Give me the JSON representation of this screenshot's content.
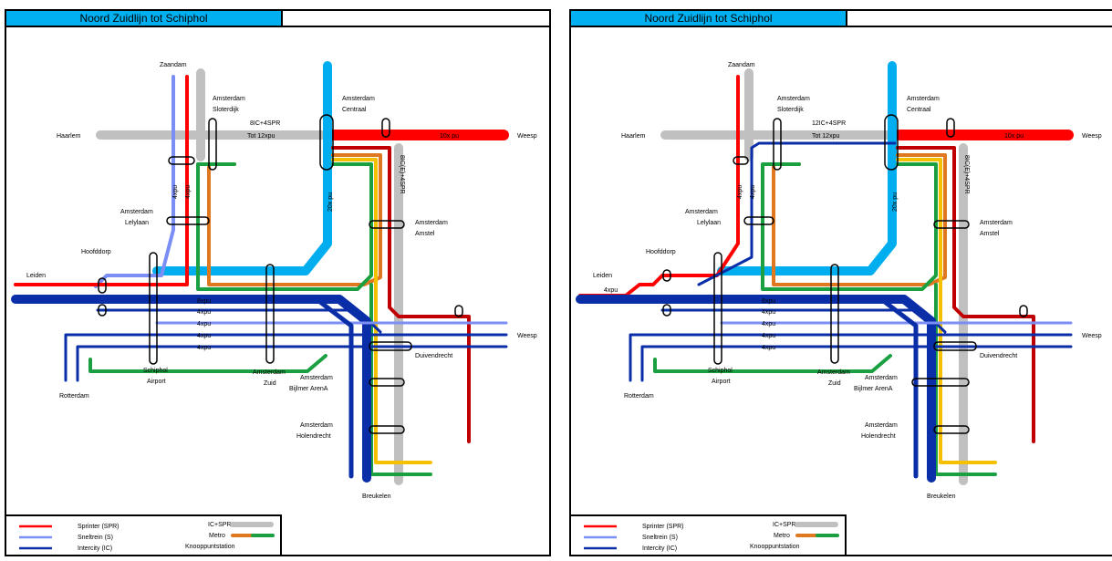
{
  "title": "Noord Zuidlijn tot Schiphol",
  "colors": {
    "sprinter": "#ff0000",
    "sneltrein": "#7b8ef5",
    "intercity": "#0a2ea8",
    "ic_spr": "#c0c0c0",
    "metro_orange": "#e07820",
    "metro_green": "#1aa040",
    "metro_yellow": "#f5c000",
    "metro_red": "#c00000",
    "metro_blue": "#00aeef"
  },
  "stations": {
    "zaandam": "Zaandam",
    "sloterdijk": "Amsterdam\nSloterdijk",
    "centraal": "Amsterdam\nCentraal",
    "haarlem": "Haarlem",
    "weesp": "Weesp",
    "lelylaan": "Amsterdam\nLelylaan",
    "amstel": "Amsterdam\nAmstel",
    "hoofddorp": "Hoofddorp",
    "leiden": "Leiden",
    "duivendrecht": "Duivendrecht",
    "schiphol": "Schiphol\nAirport",
    "zuid": "Amsterdam\nZuid",
    "bijlmer": "Amsterdam\nBijlmer ArenA",
    "rotterdam": "Rotterdam",
    "holendrecht": "Amsterdam\nHolendrecht",
    "breukelen": "Breukelen"
  },
  "panels": [
    {
      "label_sloterdijk_freq": "8IC+4SPR",
      "label_tot": "Tot 12xpu",
      "label_east": "10x pu",
      "label_amstel_vert": "8IC(E)+4SPR",
      "label_metro_vert": "20x pu",
      "label_4xpu_a": "4xpu",
      "label_4xpu_b": "4xpu",
      "label_leiden_freq": "",
      "rows": [
        "8xpu",
        "4xpu",
        "4xpu",
        "4xpu",
        "4xpu"
      ]
    },
    {
      "label_sloterdijk_freq": "12IC+4SPR",
      "label_tot": "Tot 12xpu",
      "label_east": "10x pu",
      "label_amstel_vert": "8IC(E)+4SPR",
      "label_metro_vert": "20x pu",
      "label_4xpu_a": "4xpu",
      "label_4xpu_b": "4xpu",
      "label_leiden_freq": "4xpu",
      "rows": [
        "8xpu",
        "4xpu",
        "4xpu",
        "4xpu",
        "4xpu"
      ]
    }
  ],
  "legend": {
    "sprinter": "Sprinter (SPR)",
    "sneltrein": "Sneltrein (S)",
    "intercity": "Intercity (IC)",
    "ic_spr": "IC+SPR",
    "metro": "Metro",
    "knooppunt": "Knooppuntstation"
  }
}
